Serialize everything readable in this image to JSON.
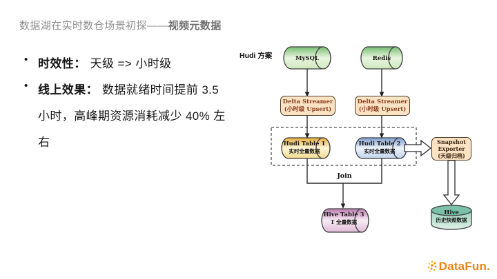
{
  "slide": {
    "title": {
      "prefix": "数据湖在实时数仓场景初探——",
      "emphasis": "视频元数据"
    },
    "bullets": {
      "b1_label": "时效性：",
      "b1_text": "天级 => 小时级",
      "b2_label": "线上效果：",
      "b2_line1": "数据就绪时间提前 3.5",
      "b2_line2": "小时，高峰期资源消耗减少 40% 左",
      "b2_line3": "右"
    }
  },
  "diagram": {
    "scheme_label": "Hudi 方案",
    "mysql_label": "MySQL",
    "redis_label": "Redis",
    "delta1_line1": "Delta Streamer",
    "delta1_line2": "(小时级 Upsert)",
    "delta2_line1": "Delta Streamer",
    "delta2_line2": "(小时级 Upsert)",
    "hudi1_line1": "Hudi Table 1",
    "hudi1_line2": "实时全量数据",
    "hudi2_line1": "Hudi Table 2",
    "hudi2_line2": "实时全量数据",
    "snapshot_line1": "Snapshot",
    "snapshot_line2": "Exporter",
    "snapshot_line3": "(天级归档)",
    "join_label": "Join",
    "hive3_line1": "Hive Table 3",
    "hive3_line2": "T 全量数据",
    "hive_hist_line1": "Hive",
    "hive_hist_line2": "历史快照数据"
  },
  "footer": {
    "logo_text": "DataFun."
  },
  "colors": {
    "title_gray": "#8d8d8d",
    "source_cylinder_green": "#77bd72",
    "hudi1_yellow": "#e6ae3a",
    "hudi2_blue": "#7b9cd0",
    "hive3_pink": "#bb7cb0",
    "hive_hist_teal": "#7bc0a9",
    "process_box_tan": "#fae3c4",
    "process_text_brown": "#8a3a1c",
    "logo_orange": "#ee8512"
  }
}
